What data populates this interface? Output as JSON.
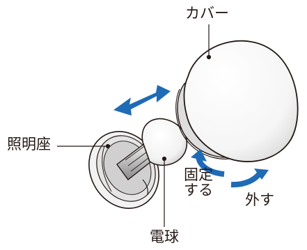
{
  "labels": {
    "cover": "カバー",
    "socket": "照明座",
    "bulb": "電球",
    "fix_line1": "固定",
    "fix_line2": "する",
    "remove": "外す"
  },
  "colors": {
    "arrow": "#1f6bb5",
    "outline": "#231815",
    "cover_fill": "#ffffff",
    "shade": "#d9d9d9"
  }
}
